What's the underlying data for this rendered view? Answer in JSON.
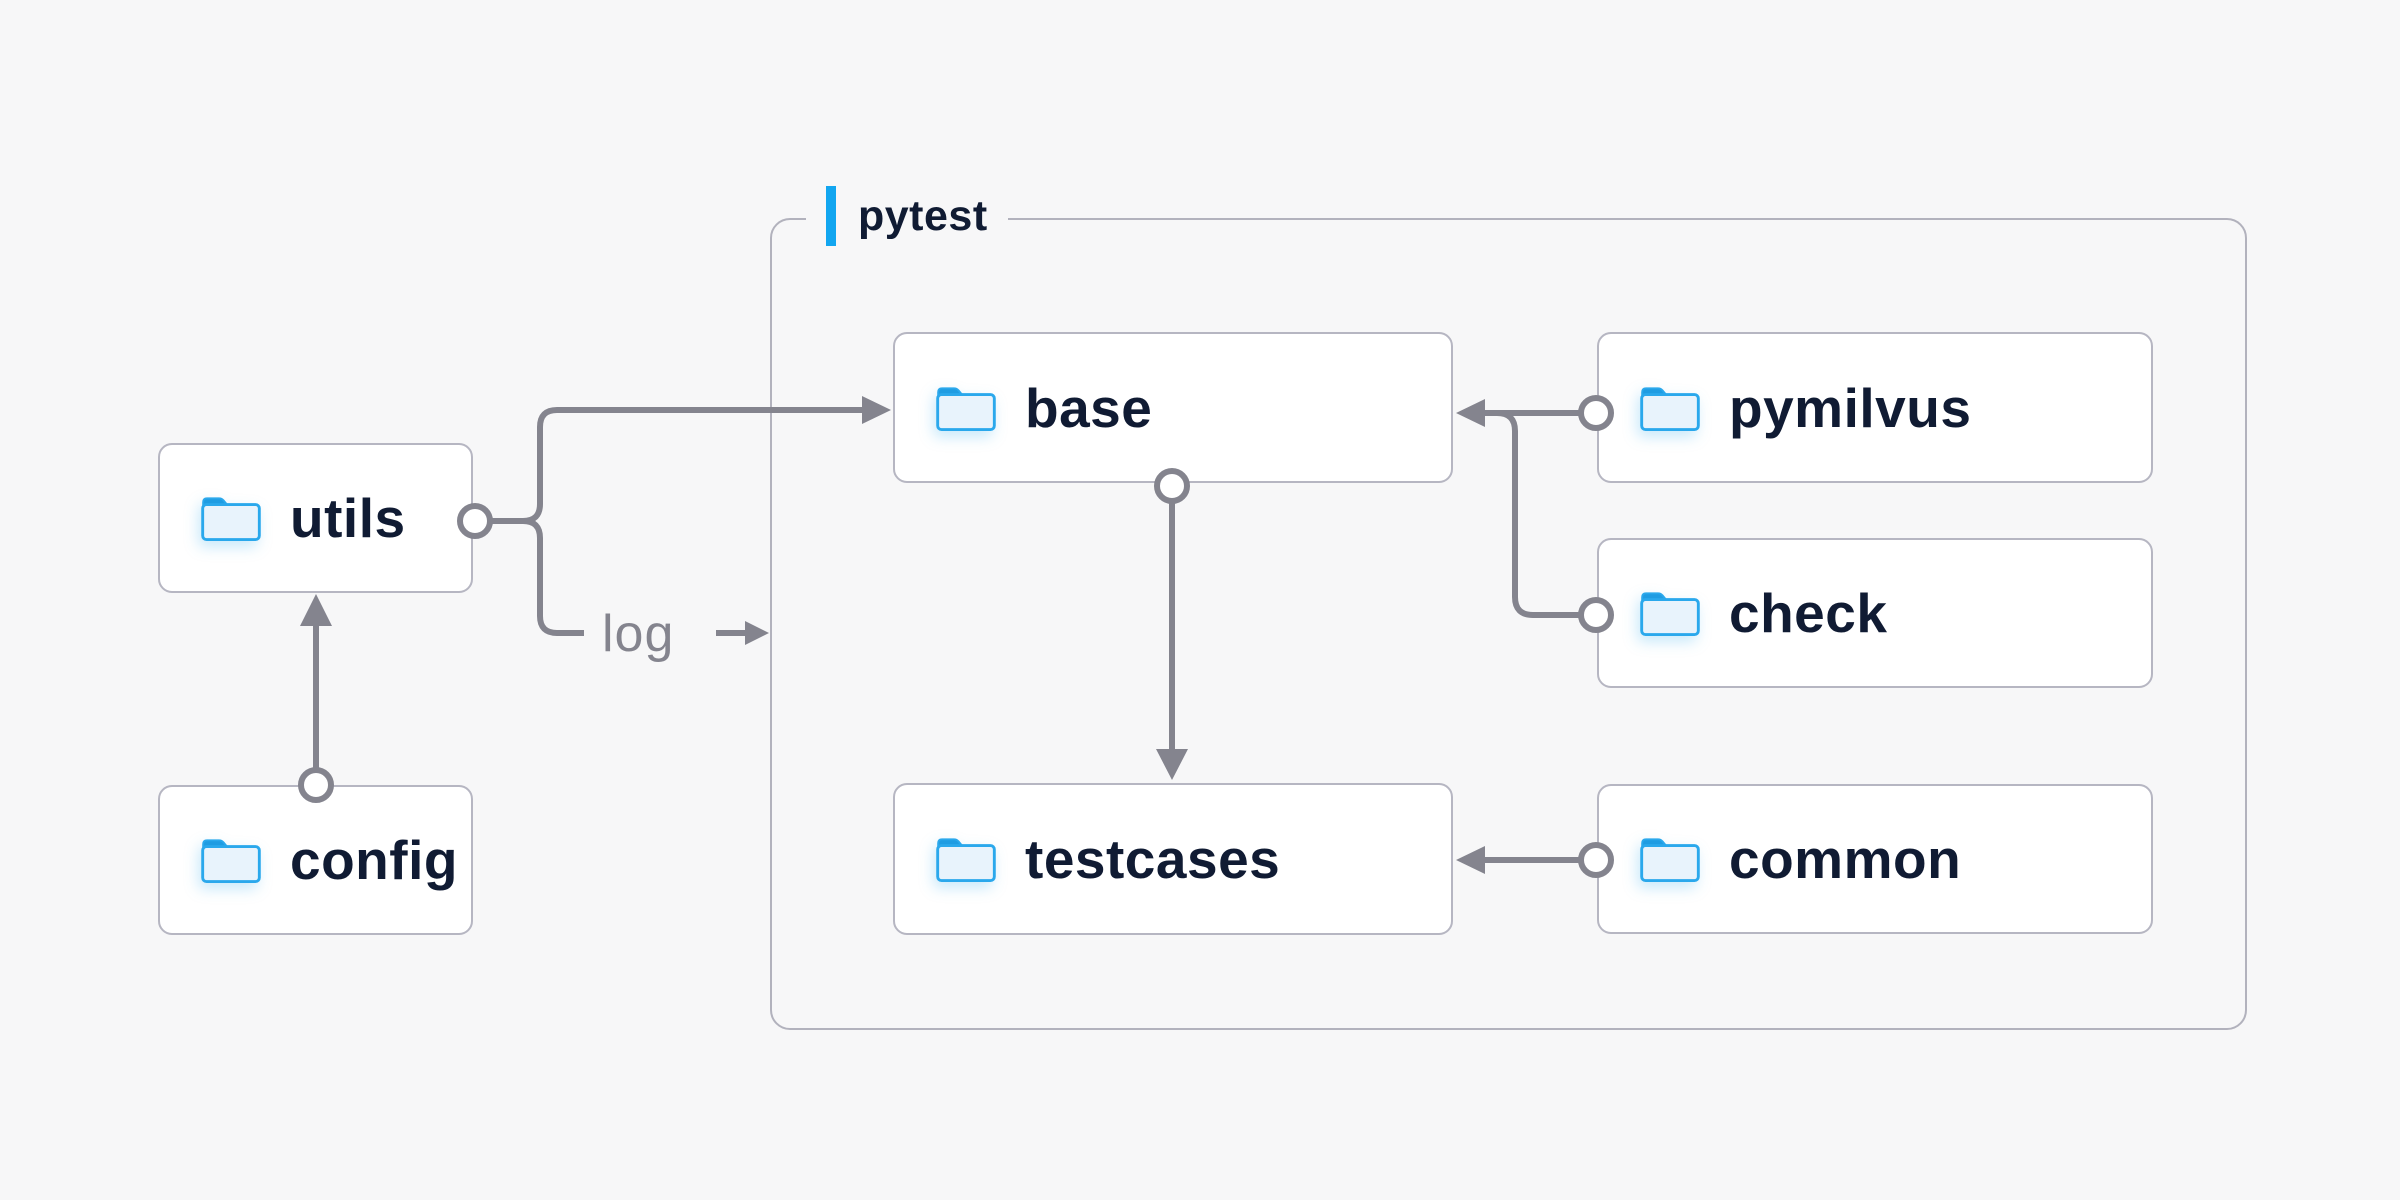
{
  "container": {
    "label": "pytest"
  },
  "log_label": "log",
  "nodes": [
    {
      "id": "utils",
      "label": "utils",
      "icon": "folder"
    },
    {
      "id": "config",
      "label": "config",
      "icon": "folder"
    },
    {
      "id": "base",
      "label": "base",
      "icon": "folder"
    },
    {
      "id": "pymilvus",
      "label": "pymilvus",
      "icon": "folder"
    },
    {
      "id": "check",
      "label": "check",
      "icon": "folder"
    },
    {
      "id": "testcases",
      "label": "testcases",
      "icon": "folder"
    },
    {
      "id": "common",
      "label": "common",
      "icon": "folder"
    }
  ],
  "edges": [
    {
      "from": "config",
      "to": "utils",
      "style": "arrow"
    },
    {
      "from": "utils",
      "to": "base",
      "style": "arrow"
    },
    {
      "from": "utils",
      "to": "log",
      "style": "arrow",
      "label": "log"
    },
    {
      "from": "pymilvus",
      "to": "base",
      "style": "arrow"
    },
    {
      "from": "check",
      "to": "base",
      "style": "arrow"
    },
    {
      "from": "base",
      "to": "testcases",
      "style": "arrow"
    },
    {
      "from": "common",
      "to": "testcases",
      "style": "arrow"
    }
  ],
  "colors": {
    "background": "#f7f7f8",
    "node_bg": "#ffffff",
    "node_border": "#b6b6c2",
    "container_border": "#b2b2bd",
    "text_dark": "#101b33",
    "line_gray": "#84848e",
    "accent_blue": "#12a6f0",
    "folder_blue": "#2aa8ec",
    "folder_tab": "#1f9ce2",
    "folder_fill": "#e8f3fc"
  }
}
